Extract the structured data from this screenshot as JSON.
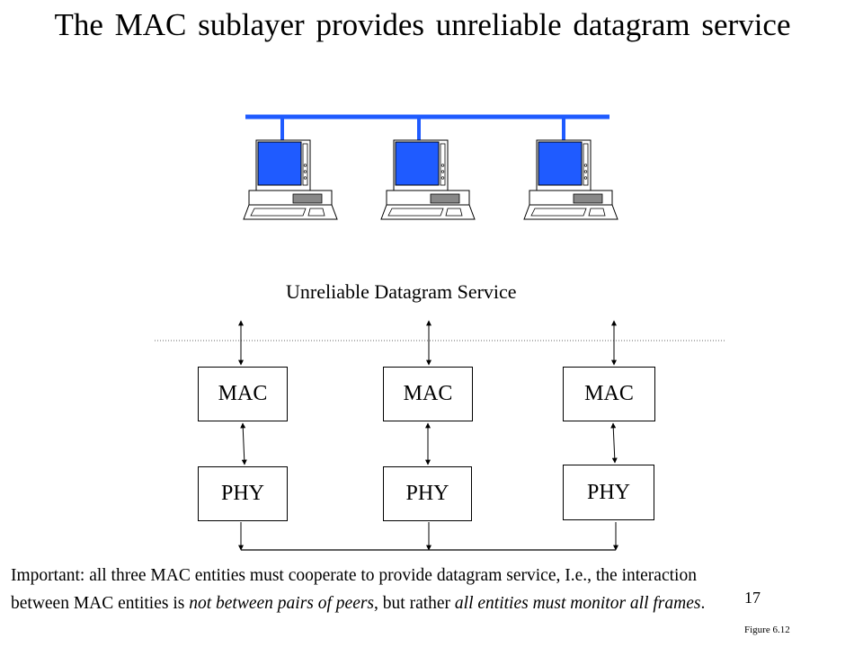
{
  "title": "The MAC sublayer provides unreliable datagram service",
  "service_label": "Unreliable Datagram Service",
  "stations": [
    {
      "mac": "MAC",
      "phy": "PHY"
    },
    {
      "mac": "MAC",
      "phy": "PHY"
    },
    {
      "mac": "MAC",
      "phy": "PHY"
    }
  ],
  "note": {
    "line1": "Important: all three MAC entities must cooperate to provide datagram service, I.e., the interaction",
    "line2_prefix": "between MAC entities is ",
    "line2_em1": "not between pairs of peers",
    "line2_mid": ", but rather ",
    "line2_em2": "all entities must monitor all frames",
    "line2_suffix": "."
  },
  "slide_number": "17",
  "figure_label": "Figure 6.12",
  "colors": {
    "bus": "#1f5bff",
    "screen": "#1f5bff"
  }
}
